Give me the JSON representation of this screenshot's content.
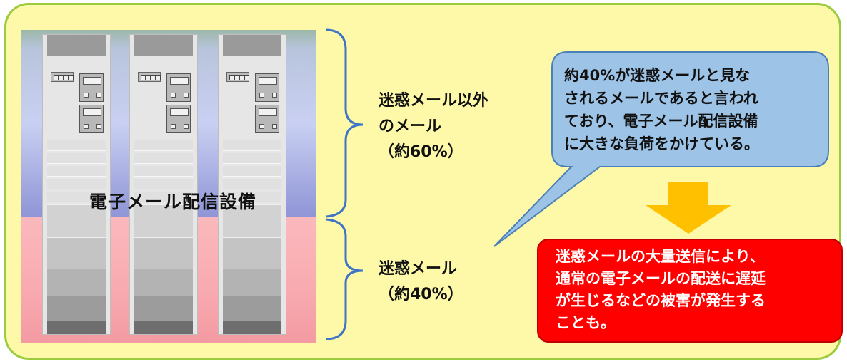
{
  "equipment_label": "電子メール配信設備",
  "segments": {
    "non_spam": {
      "lines": [
        "迷惑メール以外",
        "のメール",
        "（約60%）"
      ]
    },
    "spam": {
      "lines": [
        "迷惑メール",
        "（約40%）"
      ]
    }
  },
  "callout": {
    "lines": [
      "約40%が迷惑メールと見な",
      "されるメールであると言われ",
      "ており、電子メール配信設備",
      "に大きな負荷をかけている。"
    ]
  },
  "result_box": {
    "lines": [
      "迷惑メールの大量送信により、",
      "通常の電子メールの配送に遅延",
      "が生じるなどの被害が発生する",
      "ことも。"
    ]
  },
  "colors": {
    "panel_bg": "#fdf9a8",
    "panel_border": "#9bcc40",
    "upper_band": "#c9d0f2",
    "lower_band": "#f8aab0",
    "brace": "#3f74c6",
    "callout_fill": "#9dc3e6",
    "arrow": "#ffc000",
    "result_box": "#ff0000"
  }
}
